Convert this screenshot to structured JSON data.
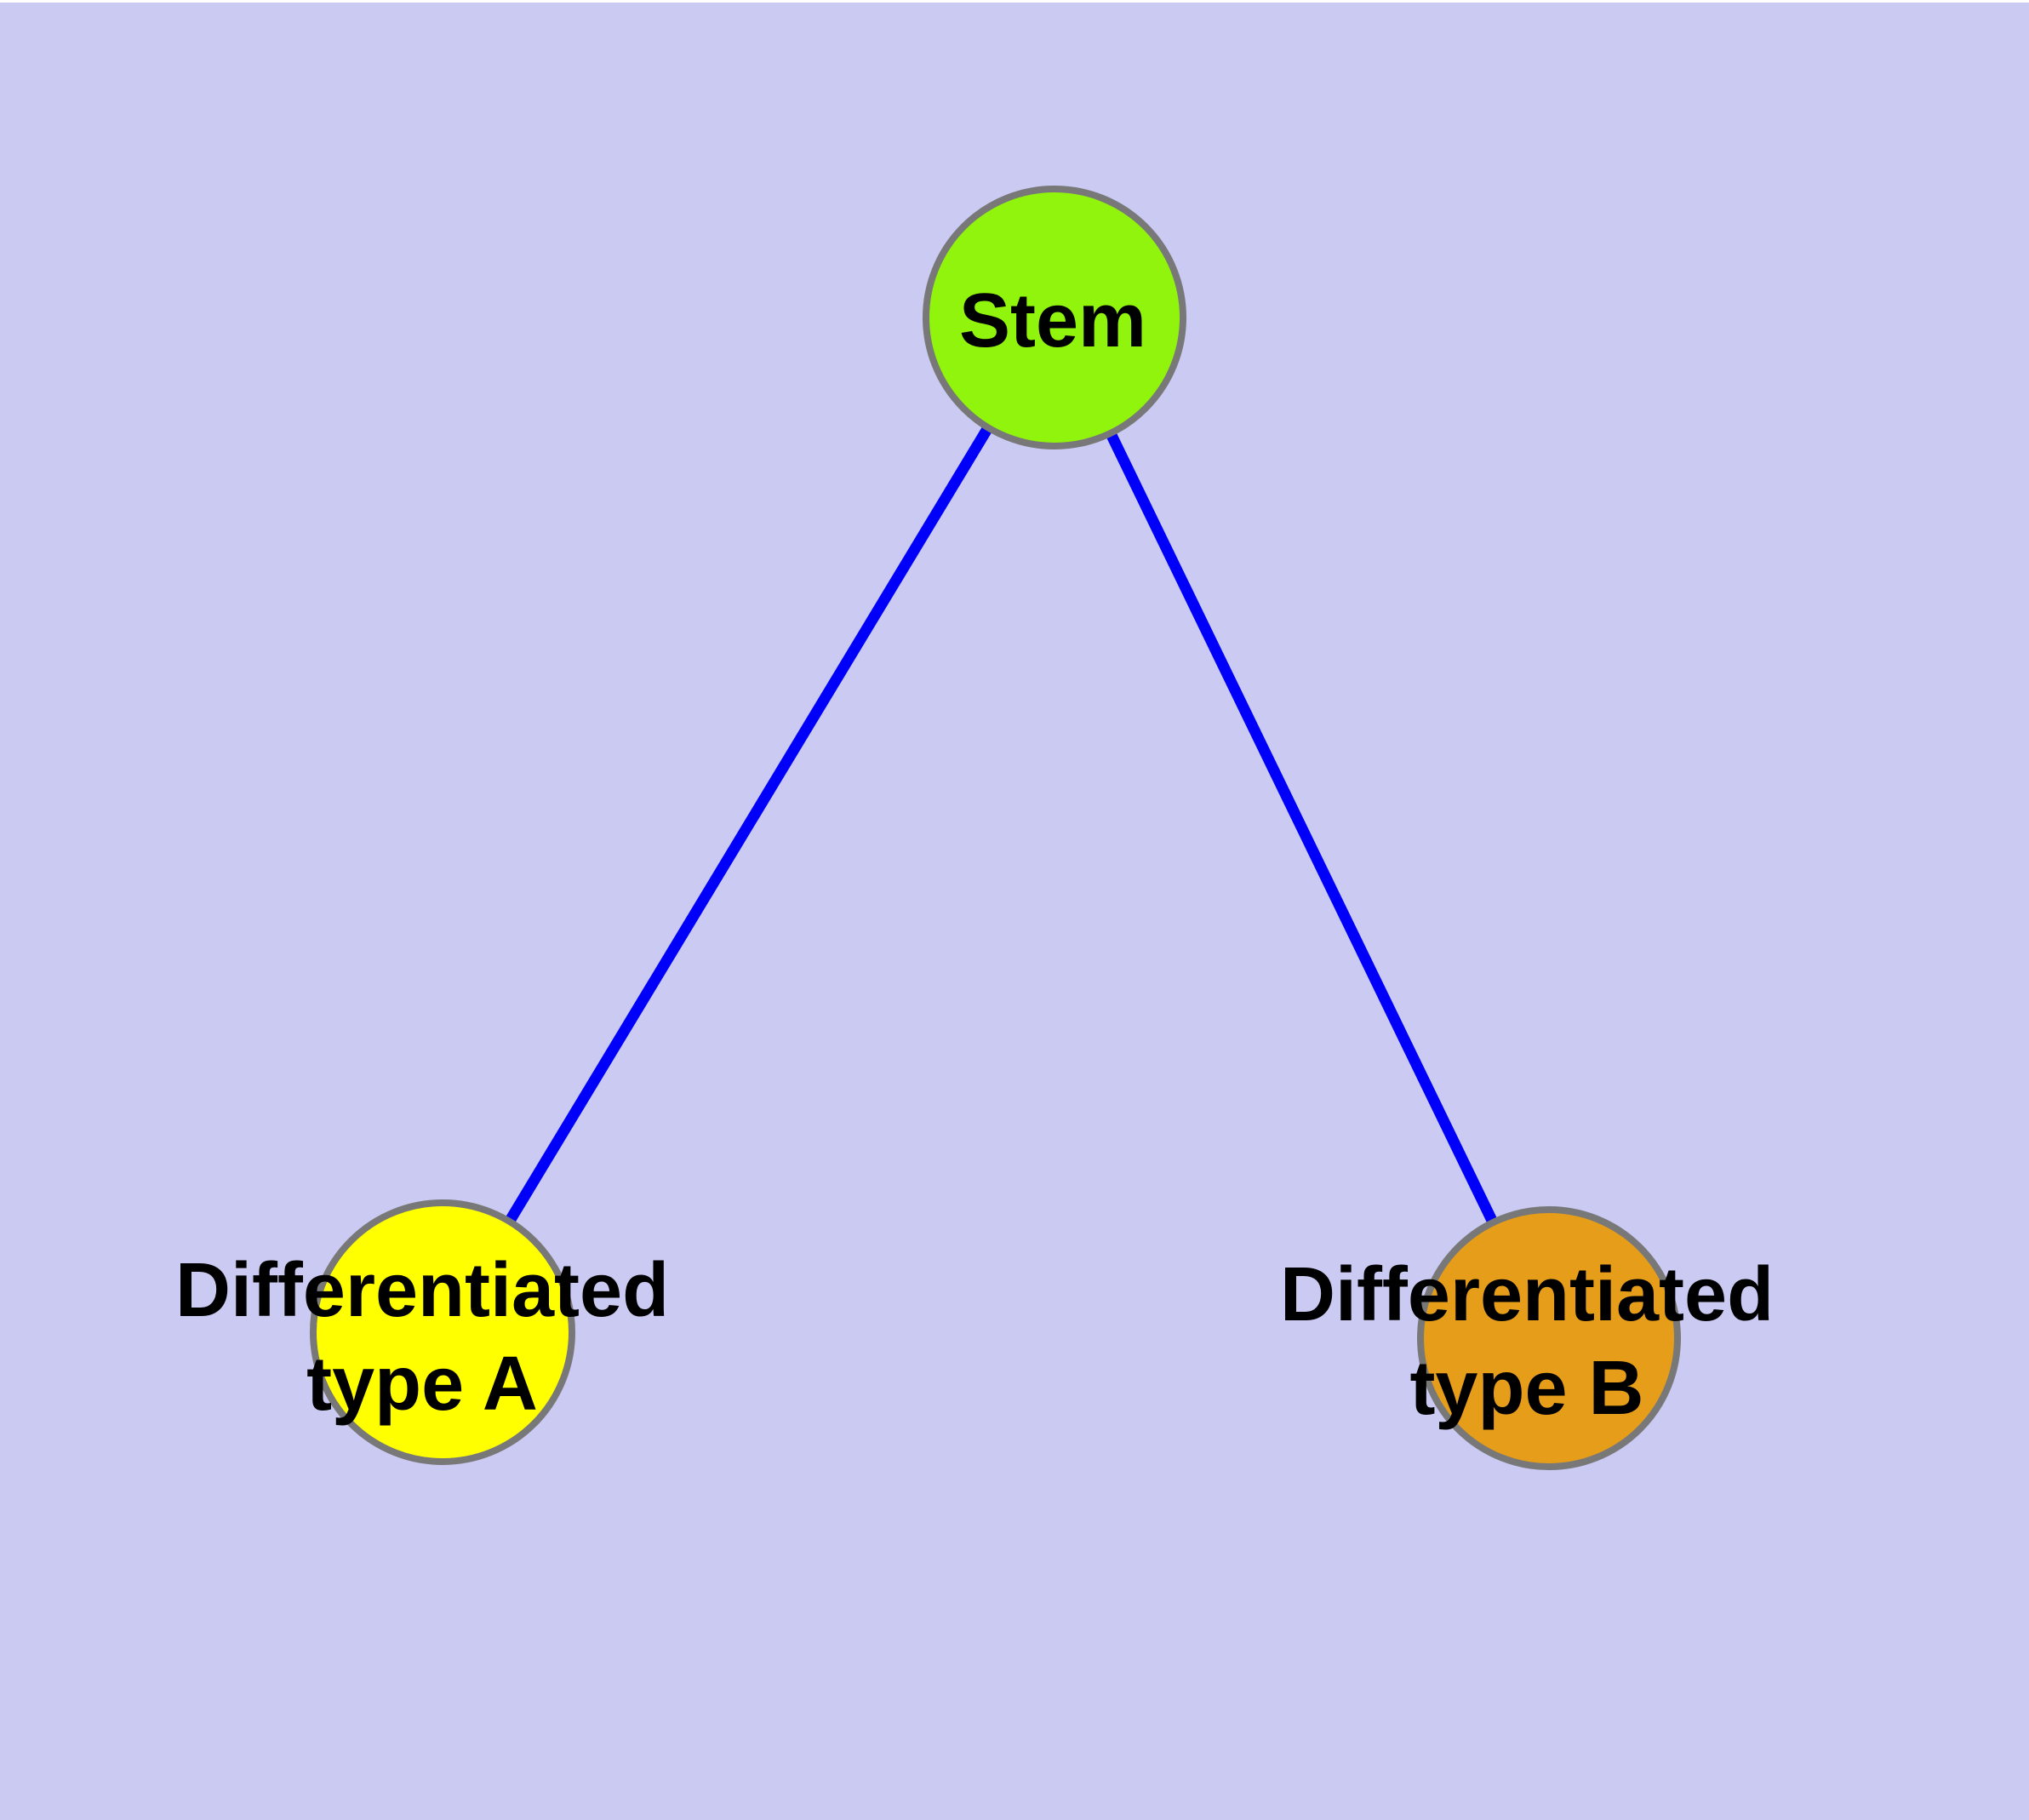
{
  "diagram": {
    "type": "node-link-graph",
    "background_color": "#CACAF2",
    "edge_color": "#0000FA",
    "node_border_color": "#787878",
    "label_color": "#000000",
    "nodes": [
      {
        "id": "stem",
        "label": "Stem",
        "fill": "#90F40C"
      },
      {
        "id": "differentiated-type-a",
        "label": "Differentiated\ntype A",
        "fill": "#FFFF00"
      },
      {
        "id": "differentiated-type-b",
        "label": "Differentiated\ntype B",
        "fill": "#E59D1A"
      }
    ],
    "edges": [
      {
        "from": "Stem",
        "to": "Differentiated type A"
      },
      {
        "from": "Stem",
        "to": "Differentiated type B"
      }
    ]
  }
}
